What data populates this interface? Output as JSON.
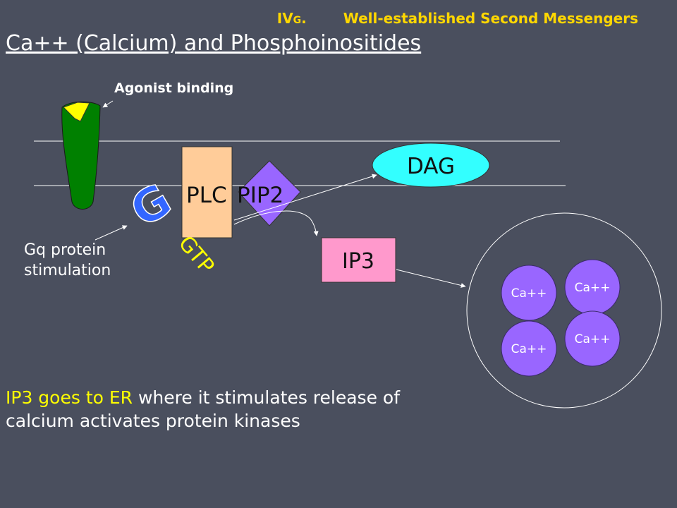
{
  "header": {
    "section_main": "IV",
    "section_sub": "G",
    "section_dot": ".",
    "text": "Well-established Second Messengers"
  },
  "title": "Ca++ (Calcium) and Phosphoinositides",
  "labels": {
    "agonist": "Agonist binding",
    "gq_line1": "Gq protein",
    "gq_line2": "stimulation",
    "g_letter": "G",
    "gtp": "GTP",
    "plc": "PLC",
    "pip2": "PIP2",
    "dag": "DAG",
    "ip3": "IP3",
    "ca": [
      "Ca++",
      "Ca++",
      "Ca++",
      "Ca++"
    ]
  },
  "summary": {
    "highlight": "IP3 goes to ER",
    "rest_line1": " where it stimulates release of",
    "line2": "calcium activates protein kinases"
  },
  "colors": {
    "background": "#4a4f5e",
    "header": "#ffd700",
    "receptor": "#008000",
    "ligand": "#ffff00",
    "plc": "#ffcc99",
    "pip2": "#9966ff",
    "dag": "#33ffff",
    "ip3": "#ff99cc",
    "g_protein": "#3366ff",
    "ca": "#9966ff",
    "highlight": "#ffff00"
  }
}
